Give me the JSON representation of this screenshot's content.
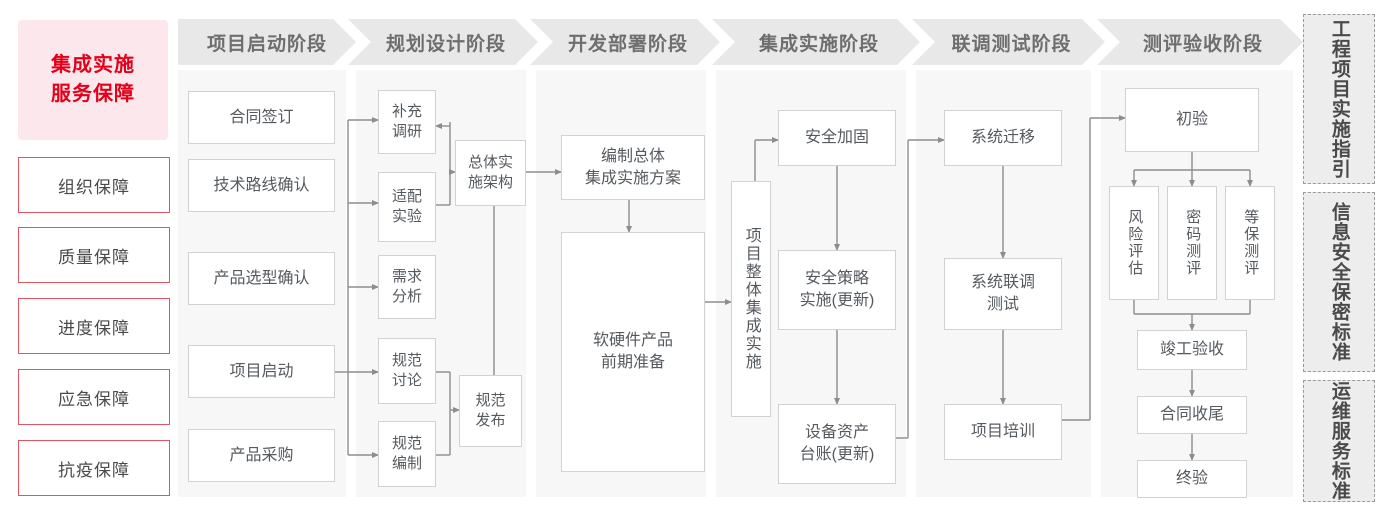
{
  "guarantee_rail": {
    "title": "集成实施\n服务保障",
    "title_line1": "集成实施",
    "title_line2": "服务保障",
    "accent_color": "#e2001a",
    "panel_bg": "#fce8ec",
    "border_color": "#e2555f",
    "items": [
      {
        "label": "组织保障"
      },
      {
        "label": "质量保障"
      },
      {
        "label": "进度保障"
      },
      {
        "label": "应急保障"
      },
      {
        "label": "抗疫保障"
      }
    ]
  },
  "phases": [
    {
      "id": "phase-startup",
      "header": "项目启动阶段",
      "nodes": [
        {
          "label": "合同签订"
        },
        {
          "label": "技术路线确认"
        },
        {
          "label": "产品选型确认"
        },
        {
          "label": "项目启动"
        },
        {
          "label": "产品采购"
        }
      ]
    },
    {
      "id": "phase-planning",
      "header": "规划设计阶段",
      "nodes": [
        {
          "label": "补充\n调研",
          "l1": "补充",
          "l2": "调研"
        },
        {
          "label": "适配\n实验",
          "l1": "适配",
          "l2": "实验"
        },
        {
          "label": "需求\n分析",
          "l1": "需求",
          "l2": "分析"
        },
        {
          "label": "规范\n讨论",
          "l1": "规范",
          "l2": "讨论"
        },
        {
          "label": "规范\n编制",
          "l1": "规范",
          "l2": "编制"
        },
        {
          "label": "总体实\n施架构",
          "l1": "总体实",
          "l2": "施架构"
        },
        {
          "label": "规范\n发布",
          "l1": "规范",
          "l2": "发布"
        }
      ]
    },
    {
      "id": "phase-develop",
      "header": "开发部署阶段",
      "nodes": [
        {
          "label": "编制总体\n集成实施方案",
          "l1": "编制总体",
          "l2": "集成实施方案"
        },
        {
          "label": "软硬件产品\n前期准备",
          "l1": "软硬件产品",
          "l2": "前期准备"
        }
      ]
    },
    {
      "id": "phase-integration",
      "header": "集成实施阶段",
      "nodes": [
        {
          "label": "项目整体集成实施"
        },
        {
          "label": "安全加固"
        },
        {
          "label": "安全策略\n实施(更新)",
          "l1": "安全策略",
          "l2": "实施(更新)"
        },
        {
          "label": "设备资产\n台账(更新)",
          "l1": "设备资产",
          "l2": "台账(更新)"
        }
      ]
    },
    {
      "id": "phase-jointtest",
      "header": "联调测试阶段",
      "nodes": [
        {
          "label": "系统迁移"
        },
        {
          "label": "系统联调\n测试",
          "l1": "系统联调",
          "l2": "测试"
        },
        {
          "label": "项目培训"
        }
      ]
    },
    {
      "id": "phase-acceptance",
      "header": "测评验收阶段",
      "nodes": [
        {
          "label": "初验"
        },
        {
          "label": "风险评估"
        },
        {
          "label": "密码测评"
        },
        {
          "label": "等保测评"
        },
        {
          "label": "竣工验收"
        },
        {
          "label": "合同收尾"
        },
        {
          "label": "终验"
        }
      ]
    }
  ],
  "standards_rail": [
    {
      "id": "std-engineering",
      "label": "工程项目实施指引"
    },
    {
      "id": "std-security",
      "label": "信息安全保密标准"
    },
    {
      "id": "std-operations",
      "label": "运维服务标准"
    }
  ]
}
